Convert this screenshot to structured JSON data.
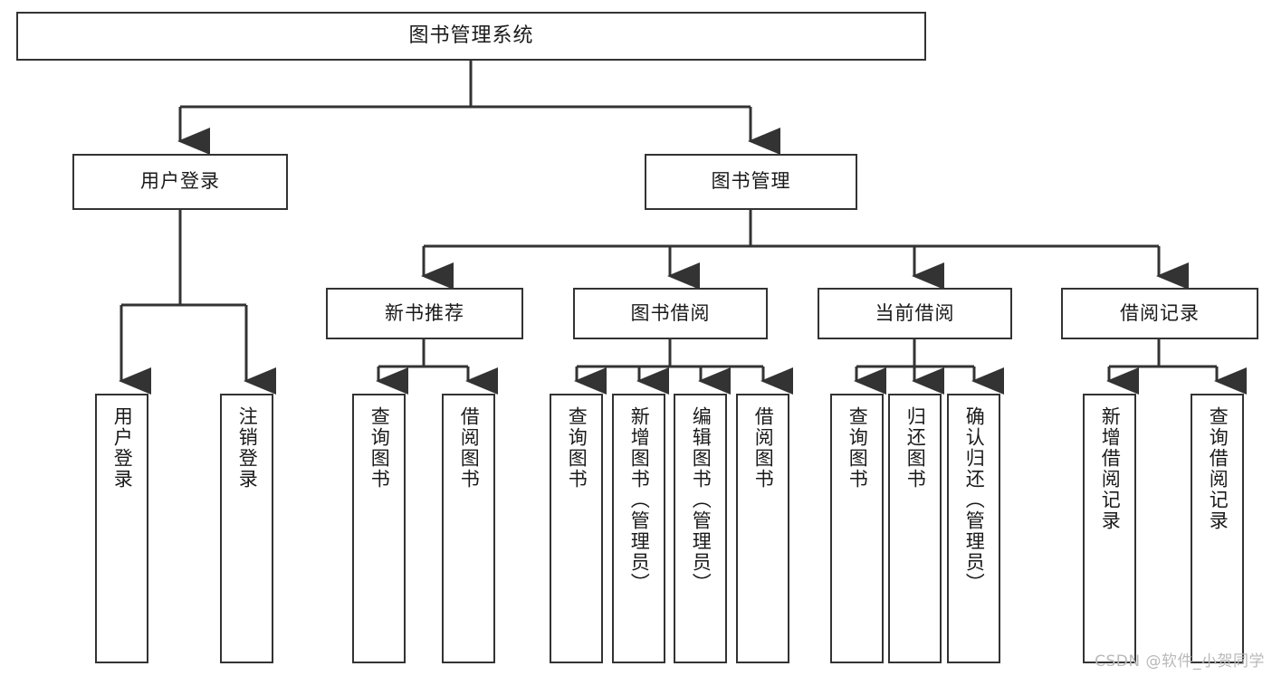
{
  "diagram": {
    "title": "图书管理系统",
    "type": "tree",
    "watermark": "CSDN @软件_小贺同学",
    "colors": {
      "background": "#ffffff",
      "border": "#333333",
      "text": "#1a1a1a",
      "connector": "#333333",
      "watermark": "#b9b9b9"
    },
    "root": {
      "label": "图书管理系统"
    },
    "level2": [
      {
        "id": "user-login",
        "label": "用户登录"
      },
      {
        "id": "book-management",
        "label": "图书管理"
      }
    ],
    "level3": [
      {
        "id": "new-book-recommend",
        "label": "新书推荐"
      },
      {
        "id": "book-borrow",
        "label": "图书借阅"
      },
      {
        "id": "current-borrow",
        "label": "当前借阅"
      },
      {
        "id": "borrow-record",
        "label": "借阅记录"
      }
    ],
    "leaves": {
      "user-login": [
        {
          "id": "leaf-user-login",
          "label": "用户登录"
        },
        {
          "id": "leaf-logout-login",
          "label": "注销登录"
        }
      ],
      "new-book-recommend": [
        {
          "id": "leaf-query-book-1",
          "label": "查询图书"
        },
        {
          "id": "leaf-borrow-book-1",
          "label": "借阅图书"
        }
      ],
      "book-borrow": [
        {
          "id": "leaf-query-book-2",
          "label": "查询图书"
        },
        {
          "id": "leaf-add-book",
          "label": "新增图书（管理员）"
        },
        {
          "id": "leaf-edit-book",
          "label": "编辑图书（管理员）"
        },
        {
          "id": "leaf-borrow-book-2",
          "label": "借阅图书"
        }
      ],
      "current-borrow": [
        {
          "id": "leaf-query-book-3",
          "label": "查询图书"
        },
        {
          "id": "leaf-return-book",
          "label": "归还图书"
        },
        {
          "id": "leaf-confirm-return",
          "label": "确认归还（管理员）"
        }
      ],
      "borrow-record": [
        {
          "id": "leaf-add-record",
          "label": "新增借阅记录"
        },
        {
          "id": "leaf-query-record",
          "label": "查询借阅记录"
        }
      ]
    }
  }
}
